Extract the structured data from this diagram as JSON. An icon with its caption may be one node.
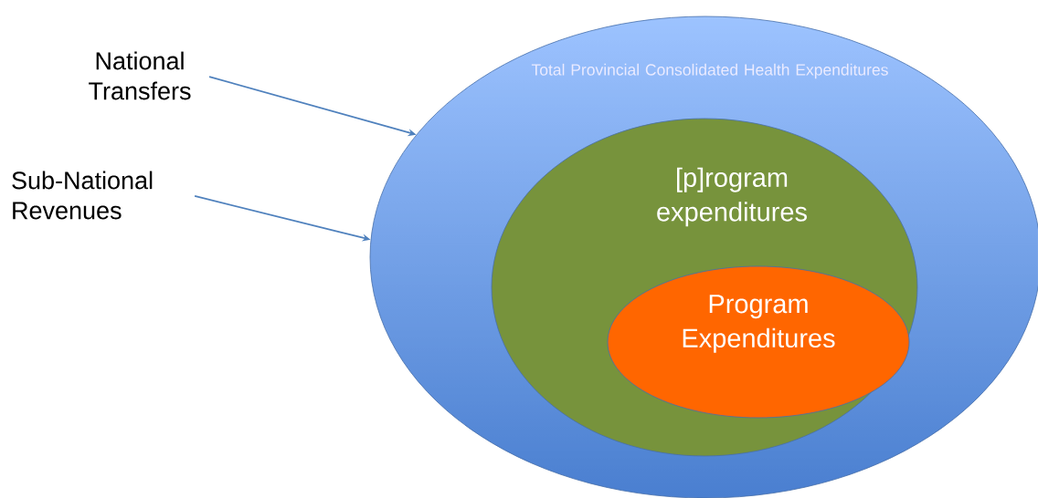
{
  "diagram": {
    "nodes": [
      {
        "text": [
          "National Transfers"
        ]
      },
      {
        "text": [
          "Sub-National Revenues"
        ]
      },
      {
        "text": [
          "Total Provincial Consolidated Health Expenditures"
        ]
      },
      {
        "text": [
          "[p]rogram expenditures"
        ],
        "in": 2
      },
      {
        "text": [
          "Program Expenditures"
        ],
        "in": 3
      }
    ],
    "edges": [
      {
        "from": 0,
        "to": 2,
        "arrow": "to"
      },
      {
        "from": 1,
        "to": 2,
        "arrow": "to"
      }
    ]
  }
}
